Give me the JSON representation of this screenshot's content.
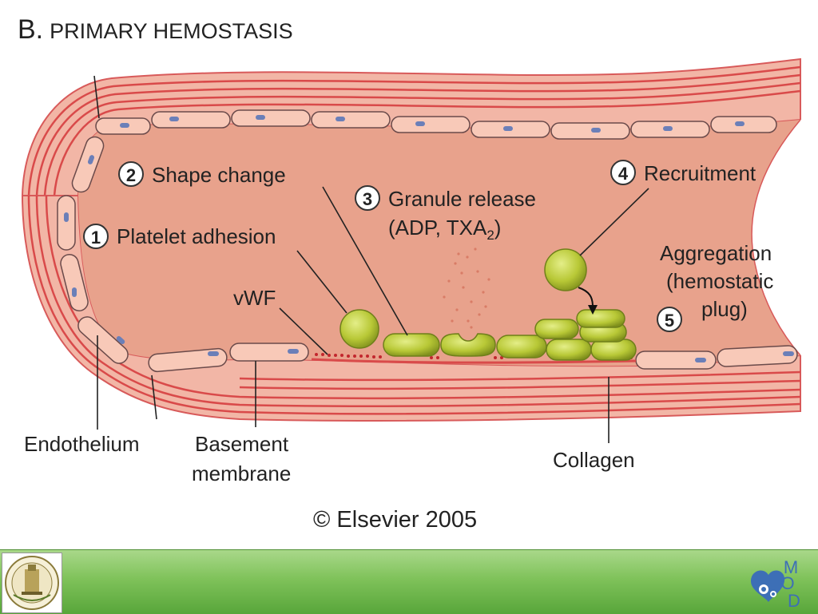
{
  "title": {
    "letter": "B.",
    "text": "PRIMARY HEMOSTASIS"
  },
  "steps": [
    {
      "num": "1",
      "label": "Platelet adhesion"
    },
    {
      "num": "2",
      "label": "Shape change"
    },
    {
      "num": "3",
      "label": "Granule release",
      "label2": "(ADP, TXA",
      "sub": "2",
      "label2_end": ")"
    },
    {
      "num": "4",
      "label": "Recruitment"
    },
    {
      "num": "5",
      "label": "Aggregation",
      "label2": "(hemostatic",
      "label3": "plug)"
    }
  ],
  "labels": {
    "vwf": "vWF",
    "endothelium": "Endothelium",
    "basement_1": "Basement",
    "basement_2": "membrane",
    "collagen": "Collagen"
  },
  "copyright": "© Elsevier 2005",
  "footer": {
    "mod_letters": [
      "M",
      "O",
      "D"
    ]
  },
  "colors": {
    "vessel_wall": "#e87878",
    "lumen": "#e6a08c",
    "platelet": "#b9c93a",
    "footer_green": "#7fc25a",
    "mod_blue": "#3d6fb6"
  }
}
